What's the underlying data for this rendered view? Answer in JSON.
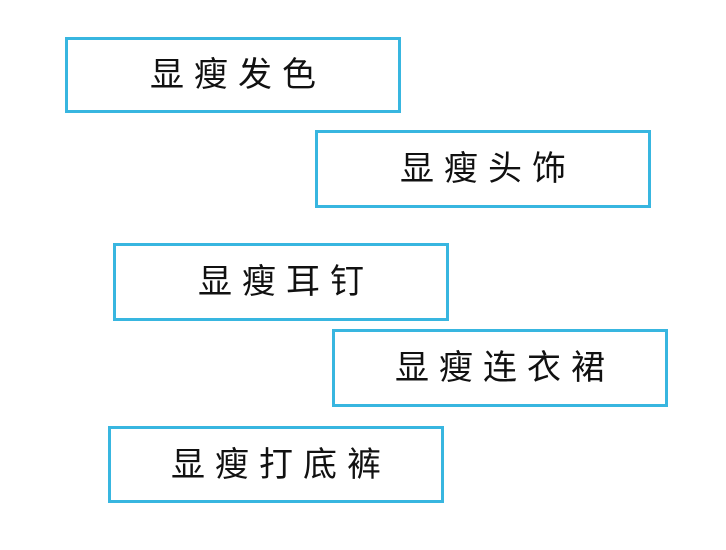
{
  "diagram": {
    "border_color": "#38b6e0",
    "text_color": "#111111",
    "background_color": "#ffffff",
    "boxes": [
      {
        "label": "显瘦发色"
      },
      {
        "label": "显瘦头饰"
      },
      {
        "label": "显瘦耳钉"
      },
      {
        "label": "显瘦连衣裙"
      },
      {
        "label": "显瘦打底裤"
      }
    ]
  }
}
